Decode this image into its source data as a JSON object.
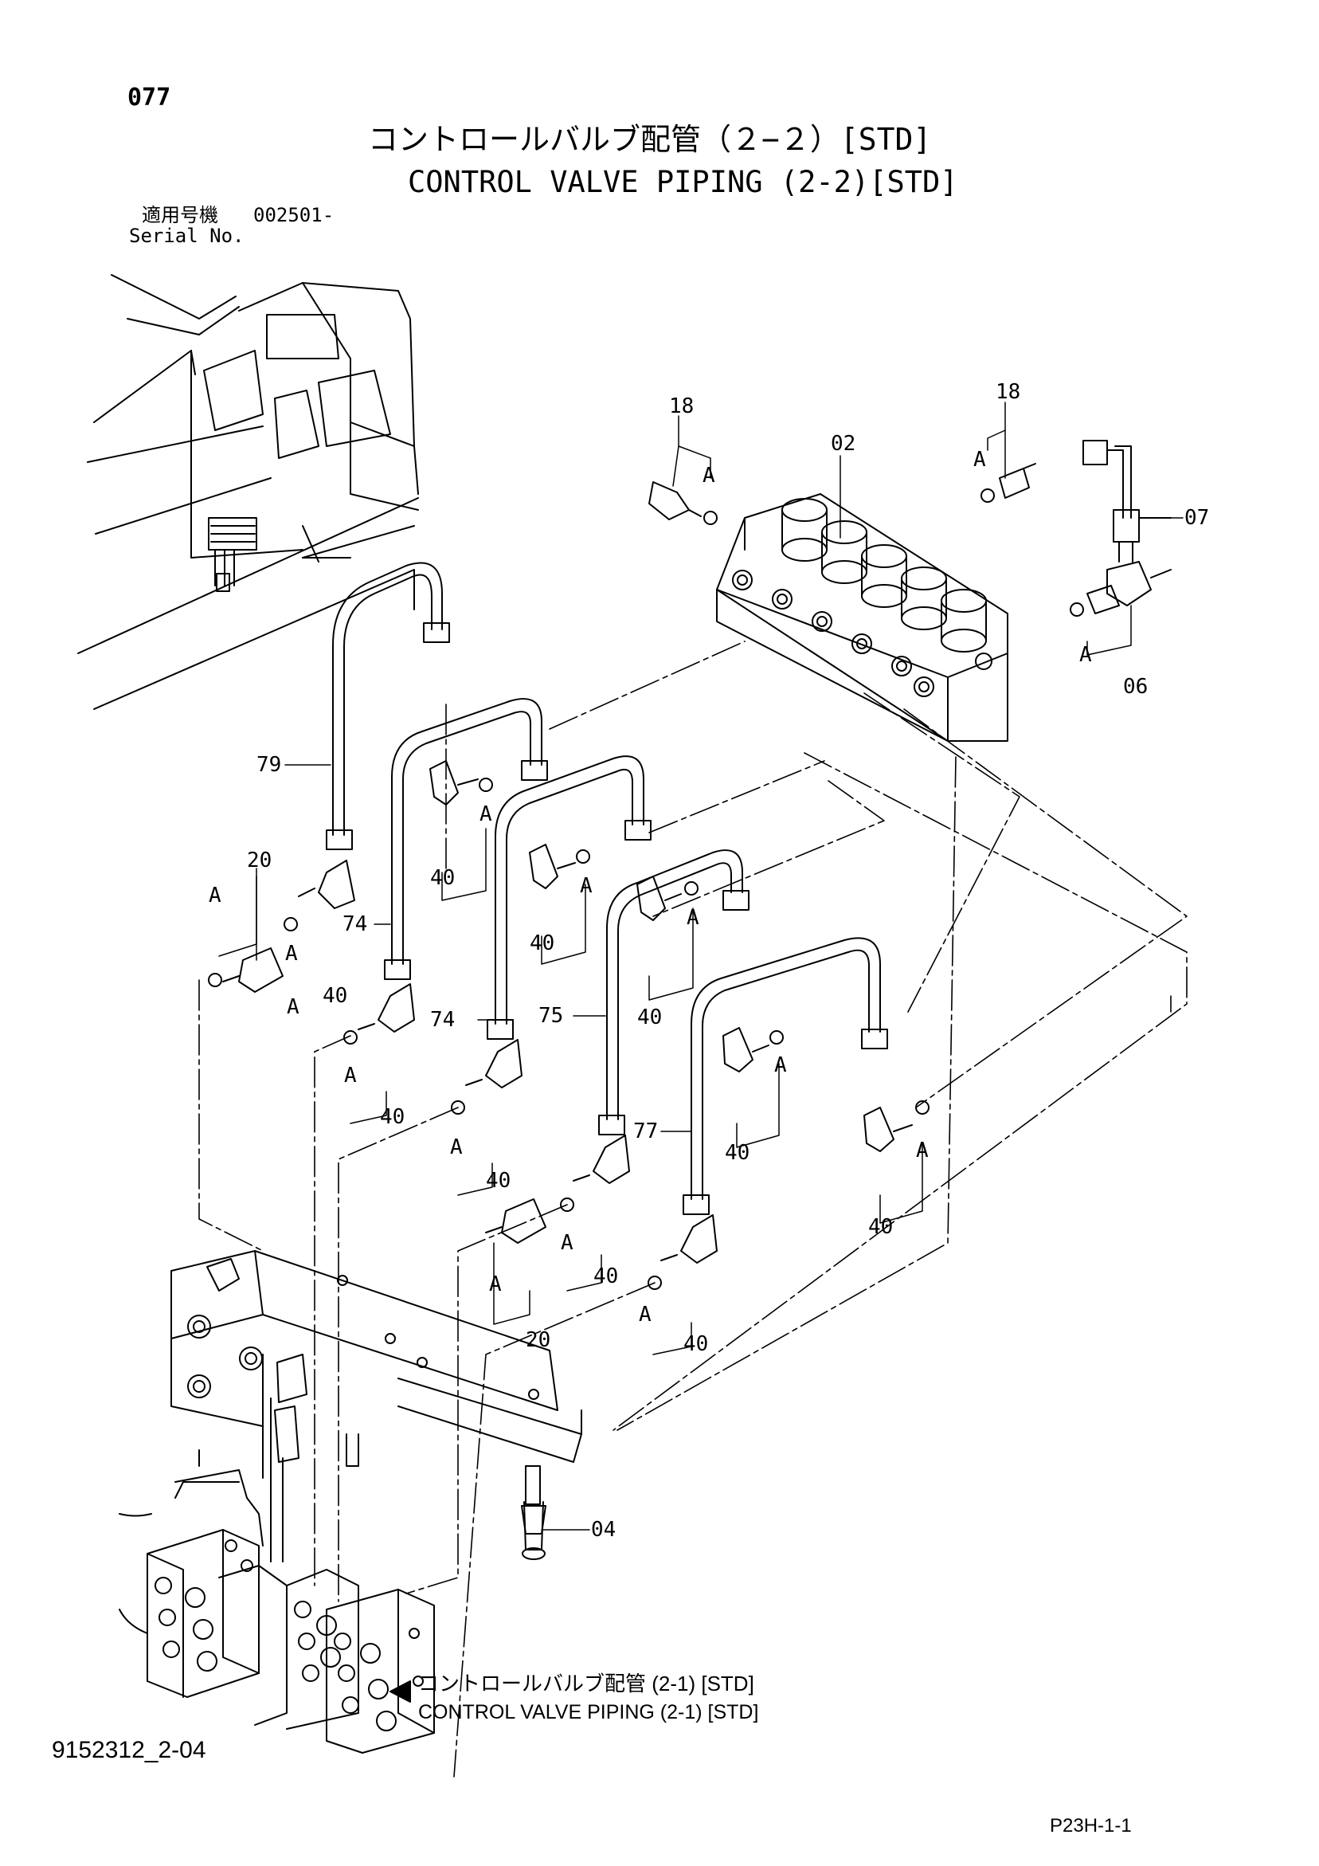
{
  "header": {
    "page_number": "077",
    "title_jp": "コントロールバルブ配管（２−２）[STD]",
    "title_en": "CONTROL VALVE PIPING (2-2)[STD]",
    "serial_label_jp": "適用号機",
    "serial_value": "002501-",
    "serial_label_en": "Serial No."
  },
  "callouts": {
    "p18a": "18",
    "p18b": "18",
    "p02": "02",
    "p07": "07",
    "p06": "06",
    "p79": "79",
    "p20a": "20",
    "p20b": "20",
    "p74a": "74",
    "p74b": "74",
    "p75": "75",
    "p77": "77",
    "p04": "04",
    "p40a": "40",
    "p40b": "40",
    "p40c": "40",
    "p40d": "40",
    "p40e": "40",
    "p40f": "40",
    "p40g": "40",
    "p40h": "40",
    "p40i": "40",
    "p40j": "40"
  },
  "marker_letter": "A",
  "reference": {
    "jp": "コントロールバルブ配管 (2-1) [STD]",
    "en": "CONTROL  VALVE  PIPING (2-1) [STD]"
  },
  "footer": {
    "drawing_id": "9152312_2-04",
    "page_code": "P23H-1-1"
  }
}
